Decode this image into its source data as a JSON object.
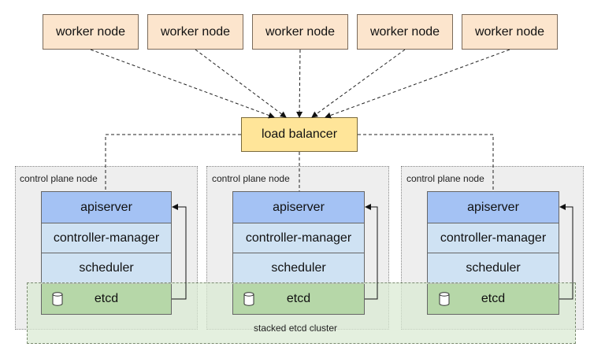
{
  "workers": [
    "worker node",
    "worker node",
    "worker node",
    "worker node",
    "worker node"
  ],
  "load_balancer": "load balancer",
  "control_planes": [
    {
      "label": "control plane node",
      "apiserver": "apiserver",
      "controller_manager": "controller-manager",
      "scheduler": "scheduler",
      "etcd": "etcd"
    },
    {
      "label": "control plane node",
      "apiserver": "apiserver",
      "controller_manager": "controller-manager",
      "scheduler": "scheduler",
      "etcd": "etcd"
    },
    {
      "label": "control plane node",
      "apiserver": "apiserver",
      "controller_manager": "controller-manager",
      "scheduler": "scheduler",
      "etcd": "etcd"
    }
  ],
  "etcd_cluster_label": "stacked etcd cluster",
  "icons": [
    "database-icon"
  ],
  "colors": {
    "worker": "#fce5cd",
    "load_balancer": "#ffe599",
    "apiserver": "#a4c2f4",
    "controller_scheduler": "#cfe2f3",
    "etcd": "#b6d7a8",
    "control_plane_bg": "#eeeeee",
    "etcd_cluster_bg": "#d9ead3"
  }
}
